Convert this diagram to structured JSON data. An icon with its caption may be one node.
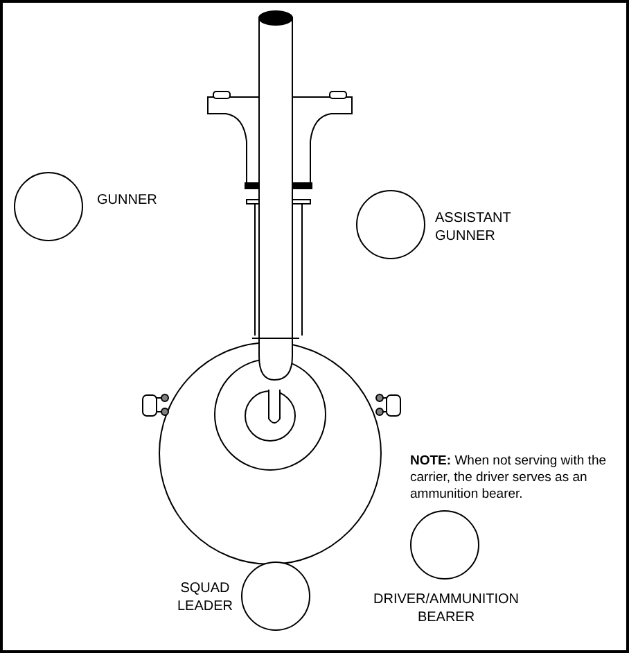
{
  "diagram": {
    "nodes": [
      {
        "text": [],
        "shape": "circle",
        "beside": [
          "GUNNER"
        ]
      },
      {
        "text": [],
        "shape": "circle",
        "beside": [
          "ASSISTANT GUNNER"
        ]
      },
      {
        "text": [],
        "shape": "circle",
        "beside": [
          "DRIVER/AMMUNITION BEARER"
        ]
      },
      {
        "text": [],
        "shape": "circle",
        "beside": [
          "SQUAD LEADER"
        ]
      }
    ],
    "labels": [
      "**NOTE:** When not serving with the carrier, the driver serves as an ammunition bearer."
    ]
  }
}
